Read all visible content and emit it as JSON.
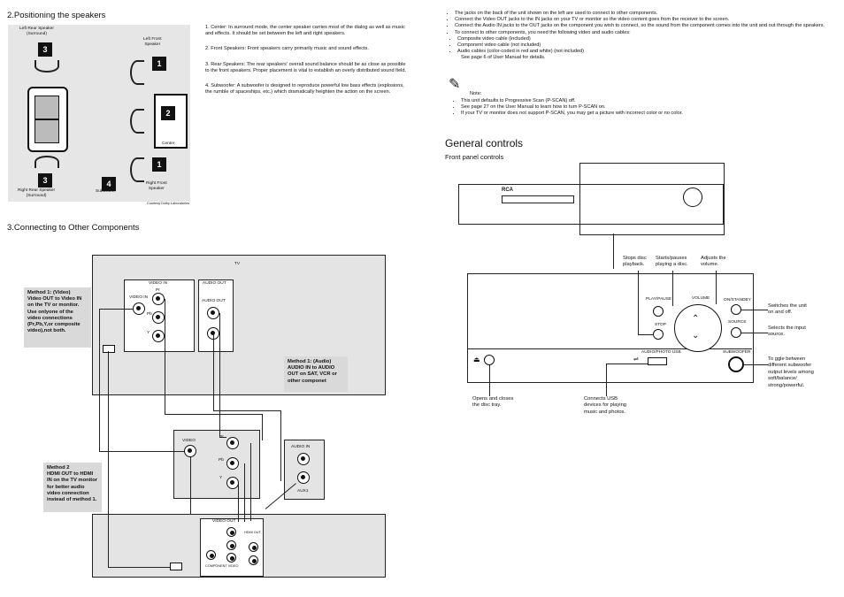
{
  "positioning": {
    "title": "2.Positioning the speakers",
    "labels": {
      "left_rear": "Left Rear Speaker\n(Surround)",
      "left_front": "Left Front\nSpeaker",
      "center": "Center",
      "right_rear": "Right Rear Speaker\n(Surround)",
      "subwoofer": "Subwoofer",
      "right_front": "Right Front\nSpeaker",
      "credit": "Courtesy Dolby Laboratories",
      "n1a": "1",
      "n1b": "1",
      "n2": "2",
      "n3a": "3",
      "n3b": "3",
      "n4": "4"
    },
    "items": [
      {
        "num": "1.",
        "head": "Center:",
        "text": "In surround mode, the center speaker carries most of the dialog as well as music and effects. It should be set between the left and right speakers."
      },
      {
        "num": "2.",
        "head": "Front Speakers:",
        "text": "Front speakers carry primarily music and sound effects."
      },
      {
        "num": "3.",
        "head": "Rear Speakers:",
        "text": "The rear speakers' overall sound balance should be as close as possible to the front speakers. Proper placement is vital to establish an overly distributed sound field."
      },
      {
        "num": "4.",
        "head": "Subwoofer:",
        "text": "A subwoofer is designed to reproduce powerful low bass effects (explosions, the rumble of spaceships, etc.) which dramatically heighten the action on the screen."
      }
    ]
  },
  "connecting": {
    "title": "3.Connecting to Other Components",
    "tv_label": "TV",
    "video_in": "VIDEO IN",
    "audio_out": "AUDIO OUT",
    "video_in_jack": "VIDEO IN",
    "audio_out_jack": "AUDIO OUT",
    "pr": "Pr",
    "pb": "Pb",
    "y": "Y",
    "video": "VIDEO",
    "audio_in": "AUDIO IN",
    "aux1": "AUX1",
    "video_out": "VIDEO OUT",
    "hdmi_out": "HDMI OUT",
    "component": "COMPONENT VIDEO",
    "method1_video": "Method 1: (Video)\nVideo OUT to Video IN on the TV or monitor. Use onlyone of the video connections (Pr,Pb,Y,or composite video),not both.",
    "method1_audio": "Method 1: (Audio)\nAUDIO IN to AUDIO OUT on SAT, VCR or other componet",
    "method2": "Method 2\nHDMI OUT to HDMI IN on the TV monitor for better audio video connection instead of method 1."
  },
  "right_notes": {
    "bullets": [
      "The jacks on the back of the unit shown on the left are used to connect to other components.",
      "Connect the Video OUT jacks to the IN jacks on your TV or monitor so the video content goes from the receiver to the screen.",
      "Connect the Audio IN jacks to the OUT jacks on the component you wish to connect, so the sound from the component comes into the unit and out through the speakers.",
      "To connect to other components, you need the following video and audio cables:"
    ],
    "sub": [
      "Composite video cable (included)",
      "Component video cable (not included)",
      "Audio cables (color-coded in red and white) (not included)"
    ],
    "see": "See page 6 of User Manual for details.",
    "note_label": "Note:",
    "notes": [
      "This unit defaults to Progressive Scan (P-SCAN) off.",
      "See page 27 on the User Manual to learn how to turn P-SCAN on.",
      "If your TV or monitor does not support P-SCAN, you may get a picture with incorrect color or no color."
    ]
  },
  "controls": {
    "title": "General controls",
    "subtitle": "Front panel controls",
    "brand": "RCA",
    "labels": {
      "play_pause": "PLAY/PAUSE",
      "stop": "STOP",
      "volume": "VOLUME",
      "on_standby": "ON/STANDBY",
      "source": "SOURCE",
      "subwoofer": "SUBWOOFER",
      "usb": "AUDIO/PHOTO USB"
    },
    "callouts": {
      "stop": "Stops disc playback.",
      "play": "Starts/pauses playing a disc.",
      "volume": "Adjusts the volume.",
      "power": "Switches the unit on and off.",
      "source": "Selects the input source.",
      "sub": "To ggle between different subwoofer output levels among soft/balance/ strong/powerful.",
      "eject": "Opens and closes the disc tray.",
      "usb": "Connects USB devices for playing music and photos."
    }
  }
}
